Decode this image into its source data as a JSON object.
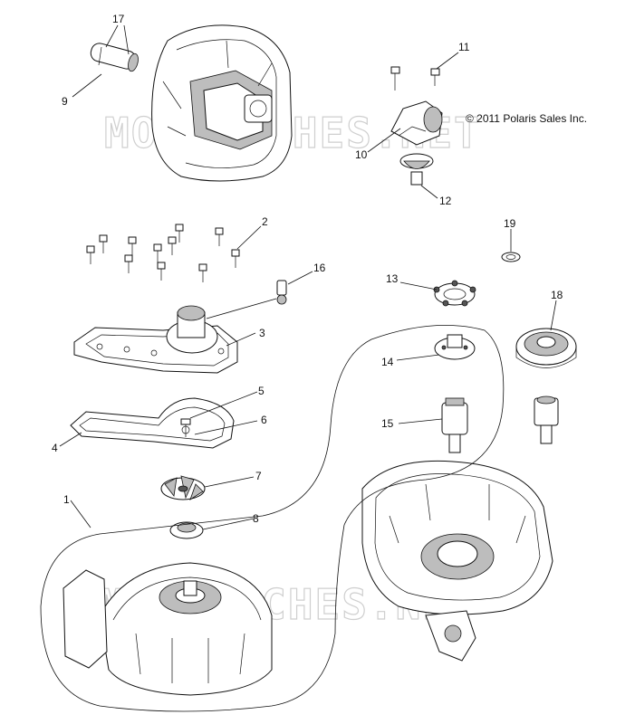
{
  "copyright": "© 2011 Polaris Sales Inc.",
  "watermark": "MOTOFICHES.NET",
  "callouts": [
    "1",
    "2",
    "3",
    "4",
    "5",
    "6",
    "7",
    "8",
    "9",
    "10",
    "11",
    "12",
    "13",
    "14",
    "15",
    "16",
    "17",
    "18",
    "19"
  ]
}
